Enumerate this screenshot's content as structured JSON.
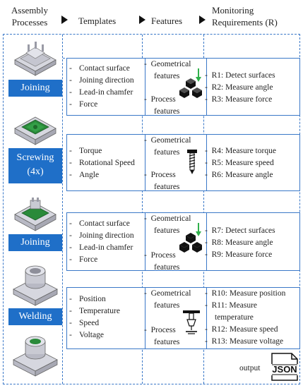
{
  "header": {
    "col1": [
      "Assembly",
      "Processes"
    ],
    "col2": "Templates",
    "col3": "Features",
    "col4": [
      "Monitoring",
      "Requirements (R)"
    ]
  },
  "stages": [
    {
      "label": [
        "Joining"
      ],
      "templates": [
        "Contact surface",
        "Joining direction",
        "Lead-in chamfer",
        "Force"
      ],
      "features": {
        "geometrical": [
          "Geometrical",
          "features"
        ],
        "process": [
          "Process",
          "features"
        ],
        "icon": "cubes-arrow-icon"
      },
      "requirements": [
        "R1: Detect surfaces",
        "R2: Measure angle",
        "R3: Measure force"
      ]
    },
    {
      "label": [
        "Screwing",
        "(4x)"
      ],
      "templates": [
        "Torque",
        "Rotational Speed",
        "Angle"
      ],
      "features": {
        "geometrical": [
          "Geometrical",
          "features"
        ],
        "process": [
          "Process",
          "features"
        ],
        "icon": "screw-icon"
      },
      "requirements": [
        "R4: Measure torque",
        "R5: Measure speed",
        "R6: Measure angle"
      ]
    },
    {
      "label": [
        "Joining"
      ],
      "templates": [
        "Contact surface",
        "Joining direction",
        "Lead-in chamfer",
        "Force"
      ],
      "features": {
        "geometrical": [
          "Geometrical",
          "features"
        ],
        "process": [
          "Process",
          "features"
        ],
        "icon": "cubes-arrow-icon"
      },
      "requirements": [
        "R7: Detect surfaces",
        "R8: Measure angle",
        "R9: Measure force"
      ]
    },
    {
      "label": [
        "Welding"
      ],
      "templates": [
        "Position",
        "Temperature",
        "Speed",
        "Voltage"
      ],
      "features": {
        "geometrical": [
          "Geometrical",
          "features"
        ],
        "process": [
          "Process",
          "features"
        ],
        "icon": "welding-torch-icon"
      },
      "requirements": [
        "R10: Measure position",
        "R11: Measure",
        "temperature",
        "R12: Measure speed",
        "R13: Measure voltage"
      ]
    }
  ],
  "output": {
    "label": "output",
    "icon_text": "JSON",
    "icon": "json-file-icon"
  },
  "colors": {
    "stage_blue": "#1f6fc8",
    "dash_blue": "#3a78c8",
    "arrow_green": "#2fb04a",
    "part_green": "#2a8a3a"
  }
}
